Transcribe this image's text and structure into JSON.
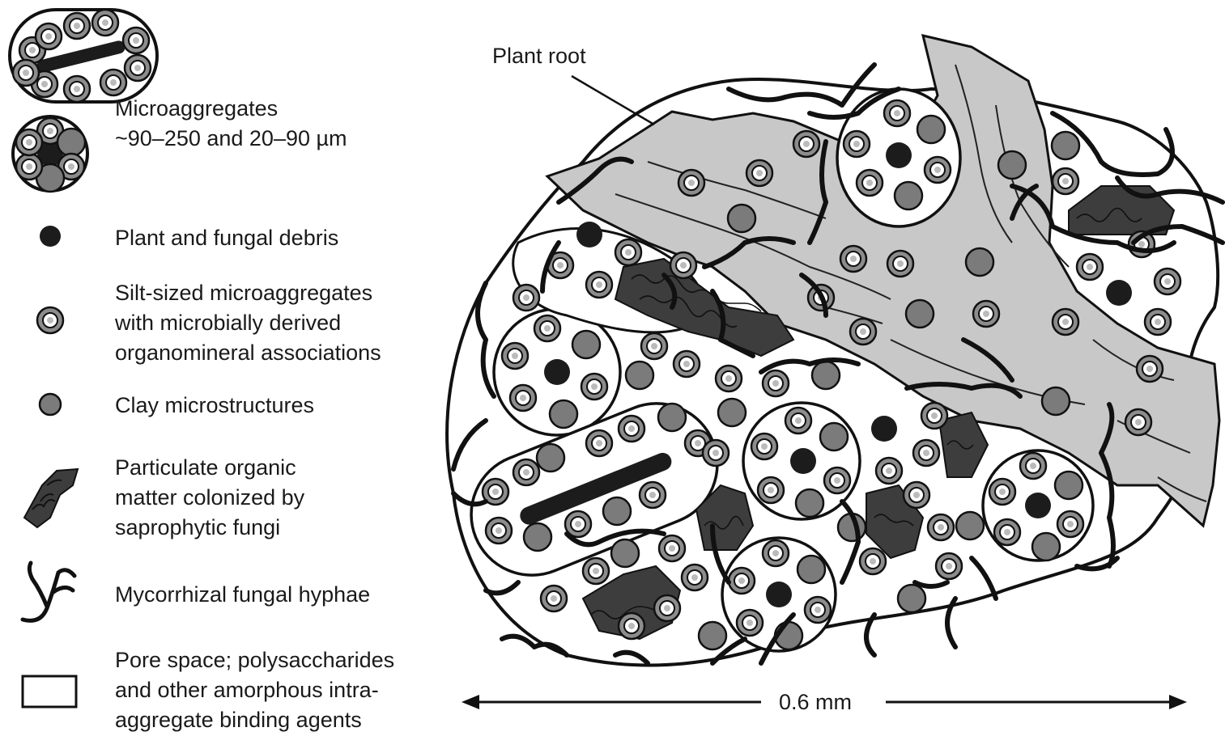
{
  "legend": {
    "microaggregates": [
      "Microaggregates",
      "~90–250 and 20–90 µm"
    ],
    "debris": [
      "Plant and fungal debris"
    ],
    "silt": [
      "Silt-sized microaggregates",
      "with microbially derived",
      "organomineral associations"
    ],
    "clay": [
      "Clay microstructures"
    ],
    "pom": [
      "Particulate organic",
      "matter colonized by",
      "saprophytic fungi"
    ],
    "hyphae": [
      "Mycorrhizal fungal hyphae"
    ],
    "pore": [
      "Pore space; polysaccharides",
      "and other amorphous intra-",
      "aggregate binding agents"
    ]
  },
  "annotations": {
    "plant_root": "Plant root",
    "scale": "0.6 mm"
  },
  "colors": {
    "outline": "#111111",
    "debris": "#1c1c1c",
    "clay": "#7b7b7b",
    "silt_ring": "#8c8c8c",
    "root": "#c8c8c8",
    "pom": "#3d3d3d"
  }
}
